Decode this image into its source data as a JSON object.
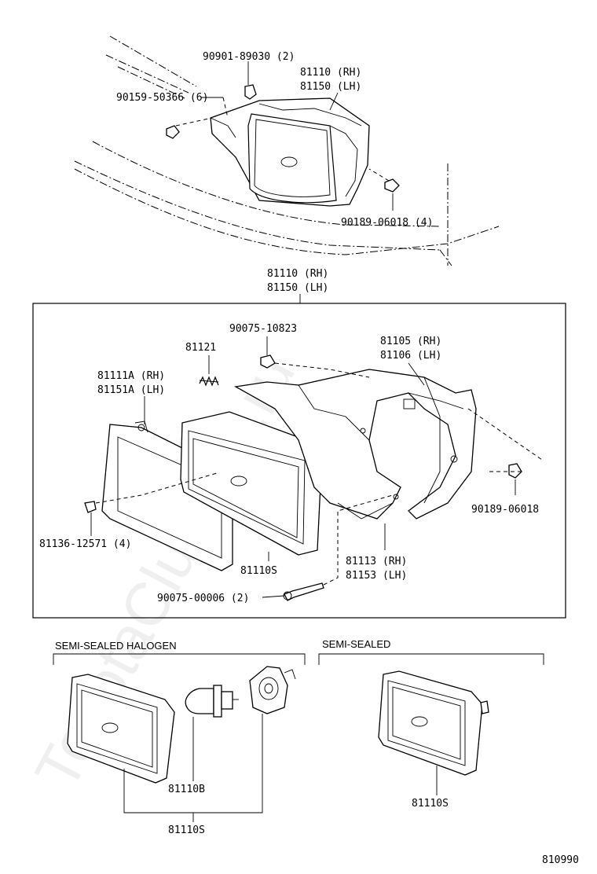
{
  "labels": {
    "bolt_90901": "90901-89030 (2)",
    "top_rh": "81110 (RH)",
    "top_lh": "81150 (LH)",
    "screw_90159": "90159-50366 (6)",
    "nut_top": "90189-06018 (4)",
    "main_rh": "81110 (RH)",
    "main_lh": "81150 (LH)",
    "spring_part": "81121",
    "clip_part": "90075-10823",
    "housing_rh": "81105 (RH)",
    "housing_lh": "81106 (LH)",
    "rim_rh": "81111A (RH)",
    "rim_lh": "81151A (LH)",
    "nut_right": "90189-06018",
    "screw_rim": "81136-12571 (4)",
    "unit_center": "81110S",
    "bracket_rh": "81113 (RH)",
    "bracket_lh": "81153 (LH)",
    "adjust_screw": "90075-00006 (2)",
    "semi_sealed_halogen": "SEMI-SEALED HALOGEN",
    "semi_sealed": "SEMI-SEALED",
    "bulb_part": "81110B",
    "halogen_unit": "81110S",
    "sealed_unit": "81110S",
    "diagram_number": "810990"
  },
  "watermark": "ToyotaClub-Mir.ru"
}
